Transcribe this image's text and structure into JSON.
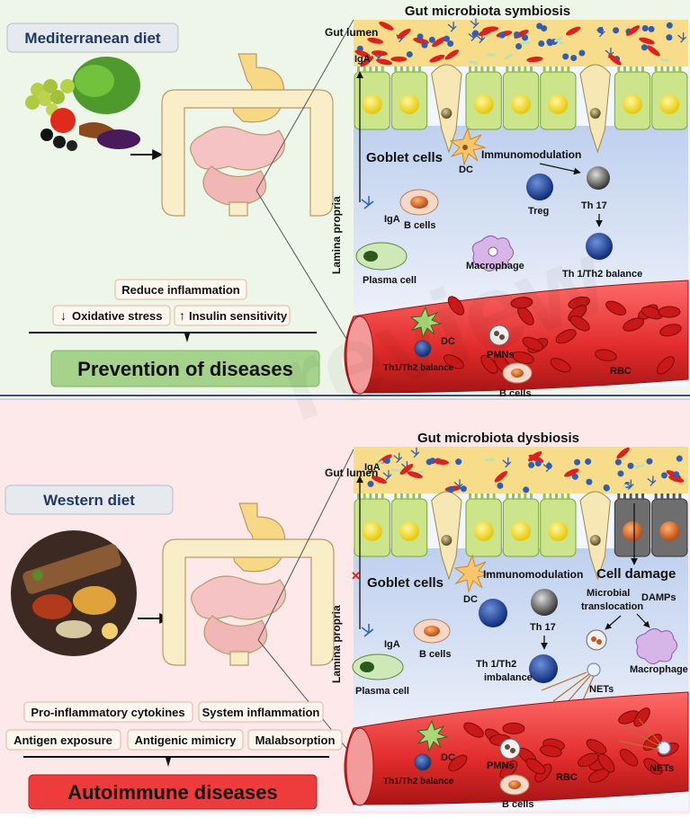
{
  "top": {
    "diet_label": "Mediterranean diet",
    "section_title": "Gut microbiota symbiosis",
    "gut_lumen": "Gut lumen",
    "lamina_propria": "Lamina propria",
    "iga_top": "IgA",
    "iga_mid": "IgA",
    "goblet": "Goblet cells",
    "dc": "DC",
    "immunomodulation": "Immunomodulation",
    "treg": "Treg",
    "th17": "Th 17",
    "b_cells": "B cells",
    "plasma_cell": "Plasma cell",
    "macrophage": "Macrophage",
    "th_balance": "Th 1/Th2 balance",
    "vessel_dc": "DC",
    "pmns": "PMNs",
    "vessel_th": "Th1/Th2 balance",
    "vessel_b": "B cells",
    "rbc": "RBC",
    "effects": [
      "Reduce inflammation",
      "Oxidative stress",
      "Insulin sensitivity"
    ],
    "arrow_down": "↓",
    "arrow_up": "↑",
    "outcome": "Prevention of diseases"
  },
  "bottom": {
    "diet_label": "Western diet",
    "section_title": "Gut microbiota dysbiosis",
    "gut_lumen": "Gut lumen",
    "lamina_propria": "Lamina propria",
    "iga_top": "IgA",
    "iga_mid": "IgA",
    "goblet": "Goblet cells",
    "dc": "DC",
    "immunomodulation": "Immunomodulation",
    "cell_damage": "Cell damage",
    "microbial_translocation": "Microbial translocation",
    "damps": "DAMPs",
    "th17": "Th 17",
    "b_cells": "B cells",
    "plasma_cell": "Plasma cell",
    "th_imbalance": "Th 1/Th2 imbalance",
    "nets": "NETs",
    "macrophage": "Macrophage",
    "vessel_dc": "DC",
    "pmns": "PMNs",
    "vessel_th": "Th1/Th2 balance",
    "vessel_b": "B cells",
    "rbc": "RBC",
    "vessel_nets": "NETs",
    "effects": [
      "Pro-inflammatory cytokines",
      "System inflammation",
      "Antigen exposure",
      "Antigenic mimicry",
      "Malabsorption"
    ],
    "outcome": "Autoimmune diseases"
  },
  "colors": {
    "top_bg": "#eef6ea",
    "bottom_bg": "#fde8ea",
    "lumen": "#f7dc8a",
    "epithelium": "#cde58a",
    "lamina": "#dbe4f3",
    "vessel": "#e53b3b",
    "outcome_green": "#a6d38b",
    "outcome_red": "#ee3b3b",
    "diet_label": "#1f3864"
  }
}
